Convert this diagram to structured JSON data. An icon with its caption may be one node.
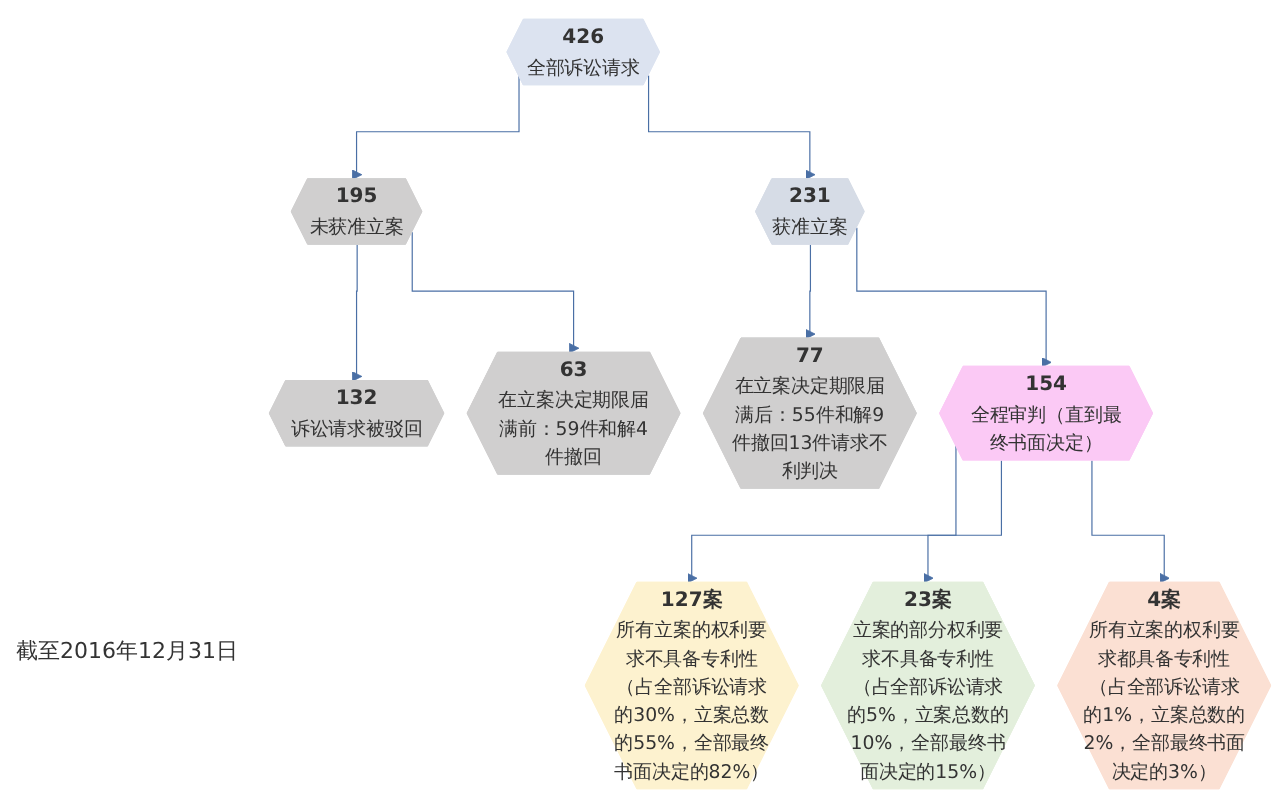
{
  "diagram": {
    "nodes": [
      {
        "text": [
          "426",
          "全部诉讼请求"
        ]
      },
      {
        "text": [
          "195",
          "未获准立案"
        ]
      },
      {
        "text": [
          "231",
          "获准立案"
        ]
      },
      {
        "text": [
          "132",
          "诉讼请求被驳回"
        ]
      },
      {
        "text": [
          "63",
          "在立案决定期限届满前：59件和解4件撤回"
        ]
      },
      {
        "text": [
          "77",
          "在立案决定期限届满后：55件和解9件撤回13件请求不利判决"
        ]
      },
      {
        "text": [
          "154",
          "全程审判（直到最终书面决定）"
        ]
      },
      {
        "text": [
          "127案",
          "所有立案的权利要求不具备专利性（占全部诉讼请求的30%，立案总数的55%，全部最终书面决定的82%）"
        ]
      },
      {
        "text": [
          "23案",
          "立案的部分权利要求不具备专利性（占全部诉讼请求的5%，立案总数的10%，全部最终书面决定的15%）"
        ]
      },
      {
        "text": [
          "4案",
          "所有立案的权利要求都具备专利性（占全部诉讼请求的1%，立案总数的2%，全部最终书面决定的3%）"
        ]
      }
    ],
    "edges": [
      {
        "from": 0,
        "to": 1,
        "arrow": "to"
      },
      {
        "from": 0,
        "to": 2,
        "arrow": "to"
      },
      {
        "from": 1,
        "to": 3,
        "arrow": "to"
      },
      {
        "from": 1,
        "to": 4,
        "arrow": "to"
      },
      {
        "from": 2,
        "to": 5,
        "arrow": "to"
      },
      {
        "from": 2,
        "to": 6,
        "arrow": "to"
      },
      {
        "from": 6,
        "to": 7,
        "arrow": "to"
      },
      {
        "from": 6,
        "to": 8,
        "arrow": "to"
      },
      {
        "from": 6,
        "to": 9,
        "arrow": "to"
      }
    ],
    "labels": [
      "截至2016年12月31日"
    ]
  }
}
